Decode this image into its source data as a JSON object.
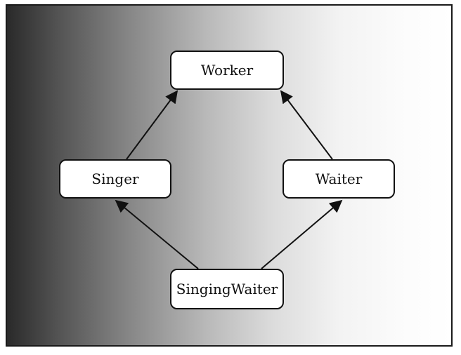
{
  "diagram": {
    "nodes": [
      {
        "id": "worker",
        "label": "Worker"
      },
      {
        "id": "singer",
        "label": "Singer"
      },
      {
        "id": "waiter",
        "label": "Waiter"
      },
      {
        "id": "singing_waiter",
        "label": "SingingWaiter"
      }
    ],
    "edges": [
      {
        "from": "singer",
        "to": "worker"
      },
      {
        "from": "waiter",
        "to": "worker"
      },
      {
        "from": "singing_waiter",
        "to": "singer"
      },
      {
        "from": "singing_waiter",
        "to": "waiter"
      }
    ]
  },
  "colors": {
    "border": "#111111",
    "node_fill": "#ffffff",
    "gradient_dark": "#2a2a2a",
    "gradient_light": "#ffffff"
  }
}
